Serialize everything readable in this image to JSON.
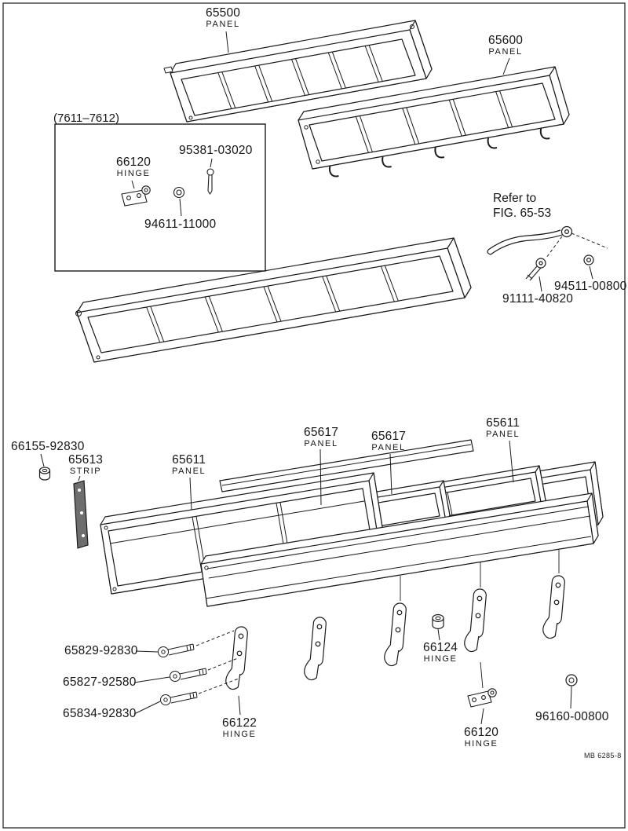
{
  "page": {
    "background": "#ffffff",
    "line_color": "#1b1b1b",
    "footer_code": "MB 6285-8"
  },
  "inset": {
    "range_label": "(7611–7612)"
  },
  "refer_note": {
    "line1": "Refer to",
    "line2": "FIG. 65-53"
  },
  "labels": {
    "panel_65500": {
      "num": "65500",
      "sub": "PANEL"
    },
    "panel_65600": {
      "num": "65600",
      "sub": "PANEL"
    },
    "hinge_66120_inset": {
      "num": "66120",
      "sub": "HINGE"
    },
    "pin_95381": {
      "num": "95381-03020"
    },
    "washer_94611": {
      "num": "94611-11000"
    },
    "washer_94511": {
      "num": "94511-00800"
    },
    "bolt_91111": {
      "num": "91111-40820"
    },
    "grommet_66155": {
      "num": "66155-92830"
    },
    "strip_65613": {
      "num": "65613",
      "sub": "STRIP"
    },
    "panel_65611_left": {
      "num": "65611",
      "sub": "PANEL"
    },
    "panel_65617_a": {
      "num": "65617",
      "sub": "PANEL"
    },
    "panel_65617_b": {
      "num": "65617",
      "sub": "PANEL"
    },
    "panel_65611_right": {
      "num": "65611",
      "sub": "PANEL"
    },
    "bolt_65829": {
      "num": "65829-92830"
    },
    "bolt_65827": {
      "num": "65827-92580"
    },
    "bolt_65834": {
      "num": "65834-92830"
    },
    "hinge_66122": {
      "num": "66122",
      "sub": "HINGE"
    },
    "hinge_66124": {
      "num": "66124",
      "sub": "HINGE"
    },
    "hinge_66120_bottom": {
      "num": "66120",
      "sub": "HINGE"
    },
    "nut_96160": {
      "num": "96160-00800"
    }
  }
}
